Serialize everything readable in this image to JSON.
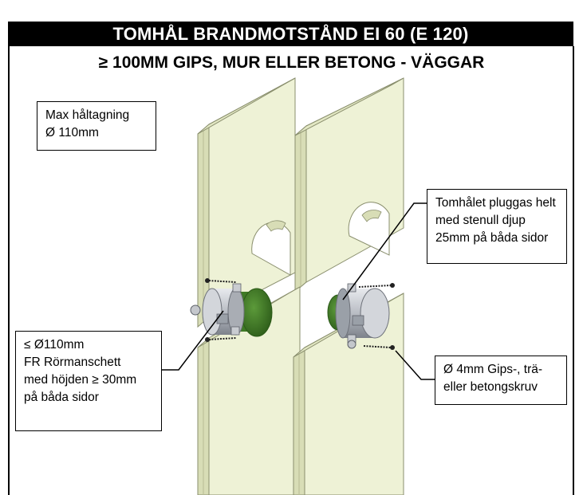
{
  "header": {
    "title": "TOMHÅL BRANDMOTSTÅND EI 60 (E 120)",
    "subtitle": "≥ 100MM GIPS, MUR ELLER BETONG - VÄGGAR"
  },
  "callouts": {
    "max_hole": [
      "Max håltagning",
      "Ø 110mm"
    ],
    "plug": [
      "Tomhålet pluggas helt",
      "med stenull djup",
      "25mm på båda sidor"
    ],
    "cuff": [
      "≤ Ø110mm",
      "FR Rörmanschett",
      "med höjden ≥ 30mm",
      "på båda sidor"
    ],
    "screw": [
      "Ø 4mm Gips-, trä-",
      "eller betongskruv"
    ]
  },
  "colors": {
    "panel_face": "#eef2d6",
    "panel_edge": "#d8ddb6",
    "panel_outline": "#8a8f6e",
    "stone_wool": "#3f7a25",
    "stone_wool_dark": "#2b5a18",
    "cuff_metal": "#b9bdc4",
    "title_bg": "#000000"
  }
}
